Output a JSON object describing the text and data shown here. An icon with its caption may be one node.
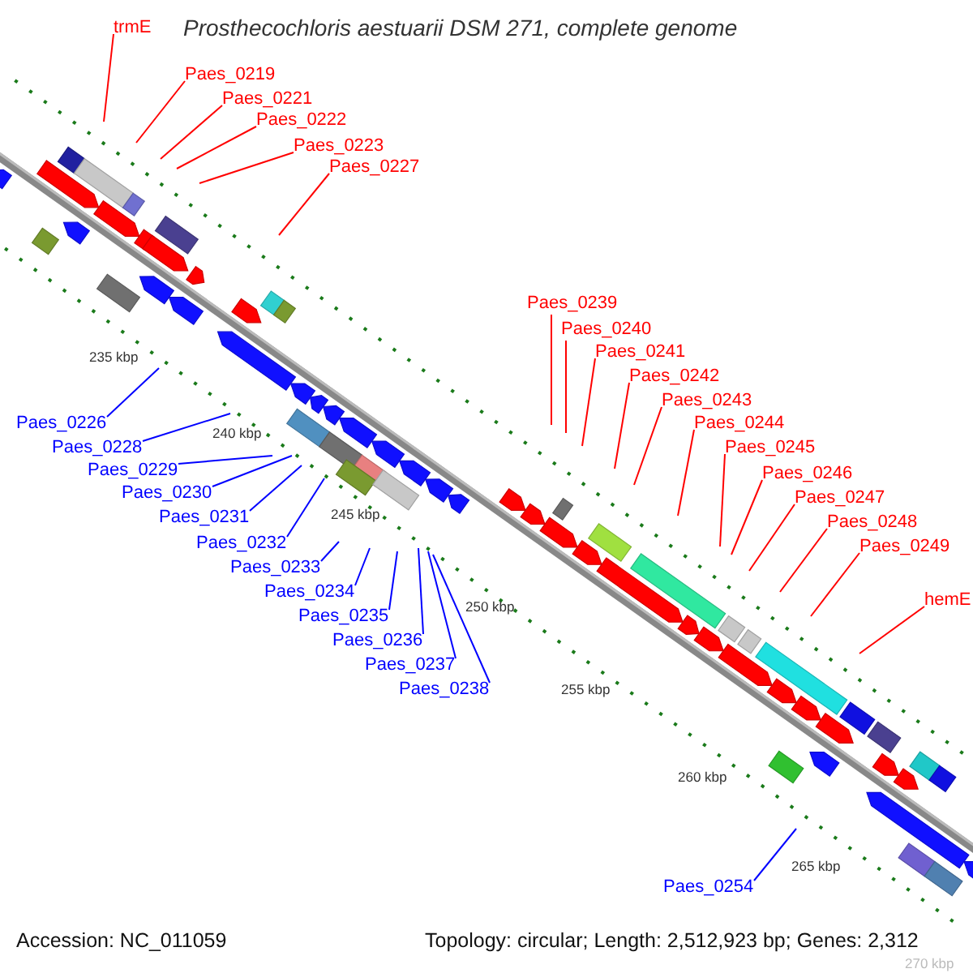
{
  "diagram": {
    "title": "Prosthecochloris aestuarii DSM 271, complete genome",
    "nodes": [
      {
        "text": [
          "trmE"
        ]
      },
      {
        "text": [
          "Paes_0219"
        ]
      },
      {
        "text": [
          "Paes_0221"
        ]
      },
      {
        "text": [
          "Paes_0222"
        ]
      },
      {
        "text": [
          "Paes_0223"
        ]
      },
      {
        "text": [
          "Paes_0227"
        ]
      },
      {
        "text": [
          "Paes_0226"
        ]
      },
      {
        "text": [
          "Paes_0228"
        ]
      },
      {
        "text": [
          "Paes_0229"
        ]
      },
      {
        "text": [
          "Paes_0230"
        ]
      },
      {
        "text": [
          "Paes_0231"
        ]
      },
      {
        "text": [
          "Paes_0232"
        ]
      },
      {
        "text": [
          "Paes_0233"
        ]
      },
      {
        "text": [
          "Paes_0234"
        ]
      },
      {
        "text": [
          "Paes_0235"
        ]
      },
      {
        "text": [
          "Paes_0236"
        ]
      },
      {
        "text": [
          "Paes_0237"
        ]
      },
      {
        "text": [
          "Paes_0238"
        ]
      },
      {
        "text": [
          "Paes_0239"
        ]
      },
      {
        "text": [
          "Paes_0240"
        ]
      },
      {
        "text": [
          "Paes_0241"
        ]
      },
      {
        "text": [
          "Paes_0242"
        ]
      },
      {
        "text": [
          "Paes_0243"
        ]
      },
      {
        "text": [
          "Paes_0244"
        ]
      },
      {
        "text": [
          "Paes_0245"
        ]
      },
      {
        "text": [
          "Paes_0246"
        ]
      },
      {
        "text": [
          "Paes_0247"
        ]
      },
      {
        "text": [
          "Paes_0248"
        ]
      },
      {
        "text": [
          "Paes_0249"
        ]
      },
      {
        "text": [
          "hemE"
        ]
      },
      {
        "text": [
          "Paes_0254"
        ]
      }
    ],
    "edges": [
      {
        "from": 0,
        "to": null,
        "arrow": "none"
      },
      {
        "from": 1,
        "to": null,
        "arrow": "none"
      },
      {
        "from": 2,
        "to": null,
        "arrow": "none"
      },
      {
        "from": 3,
        "to": null,
        "arrow": "none"
      },
      {
        "from": 4,
        "to": null,
        "arrow": "none"
      },
      {
        "from": 5,
        "to": null,
        "arrow": "none"
      },
      {
        "from": 6,
        "to": null,
        "arrow": "none",
        "color": "#0000ff"
      },
      {
        "from": 7,
        "to": null,
        "arrow": "none",
        "color": "#0000ff"
      },
      {
        "from": 8,
        "to": null,
        "arrow": "none",
        "color": "#0000ff"
      },
      {
        "from": 9,
        "to": null,
        "arrow": "none",
        "color": "#0000ff"
      },
      {
        "from": 10,
        "to": null,
        "arrow": "none",
        "color": "#0000ff"
      },
      {
        "from": 11,
        "to": null,
        "arrow": "none",
        "color": "#0000ff"
      },
      {
        "from": 12,
        "to": null,
        "arrow": "none",
        "color": "#0000ff"
      },
      {
        "from": 13,
        "to": null,
        "arrow": "none",
        "color": "#0000ff"
      },
      {
        "from": 14,
        "to": null,
        "arrow": "none",
        "color": "#0000ff"
      },
      {
        "from": 15,
        "to": null,
        "arrow": "none",
        "color": "#0000ff"
      },
      {
        "from": 16,
        "to": null,
        "arrow": "none",
        "color": "#0000ff"
      },
      {
        "from": 17,
        "to": null,
        "arrow": "none",
        "color": "#0000ff"
      },
      {
        "from": 18,
        "to": null,
        "arrow": "none"
      },
      {
        "from": 19,
        "to": null,
        "arrow": "none"
      },
      {
        "from": 20,
        "to": null,
        "arrow": "none"
      },
      {
        "from": 21,
        "to": null,
        "arrow": "none"
      },
      {
        "from": 22,
        "to": null,
        "arrow": "none"
      },
      {
        "from": 23,
        "to": null,
        "arrow": "none"
      },
      {
        "from": 24,
        "to": null,
        "arrow": "none"
      },
      {
        "from": 25,
        "to": null,
        "arrow": "none"
      },
      {
        "from": 26,
        "to": null,
        "arrow": "none"
      },
      {
        "from": 27,
        "to": null,
        "arrow": "none"
      },
      {
        "from": 28,
        "to": null,
        "arrow": "none"
      },
      {
        "from": 29,
        "to": null,
        "arrow": "none"
      },
      {
        "from": 30,
        "to": null,
        "arrow": "none",
        "color": "#0000ff"
      }
    ],
    "labels": [
      "235 kbp",
      "240 kbp",
      "245 kbp",
      "250 kbp",
      "255 kbp",
      "260 kbp",
      "265 kbp",
      "270 kbp",
      "Accession: NC_011059",
      "Topology: circular; Length: 2,512,923 bp; Genes: 2,312"
    ]
  }
}
